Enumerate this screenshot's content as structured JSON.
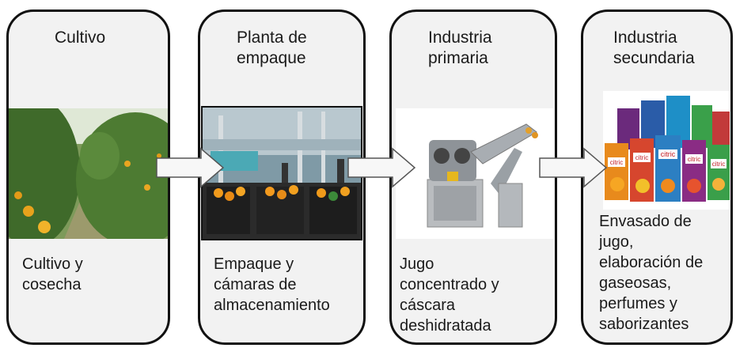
{
  "stages": [
    {
      "title": "Cultivo",
      "description": "Cultivo y\ncosecha",
      "image": "orange-grove-photo"
    },
    {
      "title": "Planta de\nempaque",
      "description": "Empaque y\ncámaras de\nalmacenamiento",
      "image": "packing-plant-photo"
    },
    {
      "title": "Industria\nprimaria",
      "description": " Jugo\nconcentrado y\ncáscara\ndeshidratada",
      "image": "juice-extractor-machine-photo"
    },
    {
      "title": "Industria\nsecundaria",
      "description": "Envasado de\njugo,\nelaboración de\ngaseosas,\nperfumes y\nsaborizantes",
      "image": "citric-juice-cartons-photo"
    }
  ],
  "product_brand": "citric",
  "colors": {
    "border": "#111111",
    "panel": "#f2f2f2",
    "arrow_fill": "#f7f7f7",
    "arrow_stroke": "#555555"
  }
}
